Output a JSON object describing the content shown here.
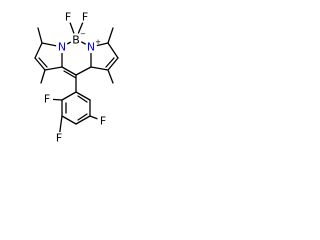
{
  "colors": {
    "bond": "#000000",
    "N": "#0000ff",
    "B": "#000000",
    "F": "#000000"
  },
  "atoms": {
    "F_left": "F",
    "F_right": "F",
    "B": "B",
    "B_charge": "−",
    "N_left": "N",
    "N_right": "N",
    "N_right_charge": "+",
    "F_ortho": "F",
    "F_para": "F",
    "F_meta": "F"
  }
}
